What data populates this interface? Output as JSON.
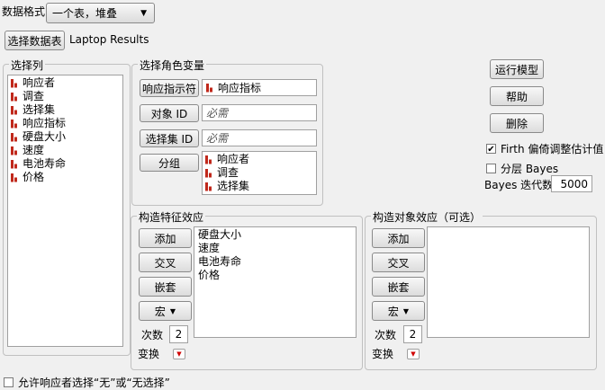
{
  "format": {
    "label": "数据格式",
    "value": "一个表，堆叠"
  },
  "table": {
    "button": "选择数据表",
    "name": "Laptop Results"
  },
  "columns": {
    "title": "选择列",
    "items": [
      "响应者",
      "调查",
      "选择集",
      "响应指标",
      "硬盘大小",
      "速度",
      "电池寿命",
      "价格"
    ]
  },
  "roles": {
    "title": "选择角色变量",
    "response_btn": "响应指示符",
    "response_value": "响应指标",
    "subject_btn": "对象 ID",
    "subject_value": "必需",
    "choiceset_btn": "选择集 ID",
    "choiceset_value": "必需",
    "group_btn": "分组",
    "group_items": [
      "响应者",
      "调查",
      "选择集"
    ]
  },
  "actions": {
    "run": "运行模型",
    "help": "帮助",
    "remove": "删除",
    "firth": "Firth 偏倚调整估计值",
    "firth_checked": true,
    "bayes": "分层 Bayes",
    "bayes_checked": false,
    "iter_label": "Bayes 迭代数",
    "iter_value": "5000"
  },
  "feature": {
    "title": "构造特征效应",
    "add": "添加",
    "cross": "交叉",
    "nest": "嵌套",
    "macro": "宏",
    "degree_label": "次数",
    "degree": "2",
    "transform_label": "变换",
    "effects": [
      "硬盘大小",
      "速度",
      "电池寿命",
      "价格"
    ]
  },
  "subject": {
    "title": "构造对象效应（可选）",
    "add": "添加",
    "cross": "交叉",
    "nest": "嵌套",
    "macro": "宏",
    "degree_label": "次数",
    "degree": "2",
    "transform_label": "变换"
  },
  "allow_none": {
    "label": "允许响应者选择“无”或“无选择”",
    "checked": false
  }
}
